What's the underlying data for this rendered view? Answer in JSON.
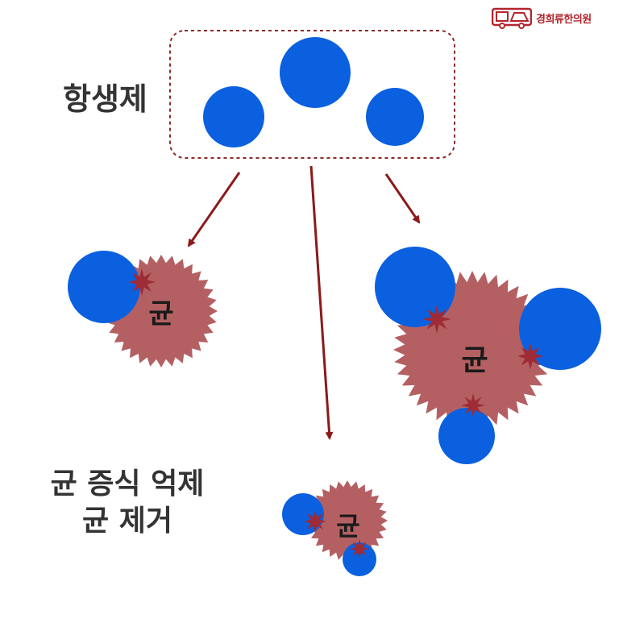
{
  "logo": {
    "text": "경희류한의원",
    "icon": "car-sign-icon"
  },
  "antibiotic_label": "항생제",
  "effect_lines": [
    "균 증식 억제",
    "균 제거"
  ],
  "bacterium_label": "균",
  "colors": {
    "antibiotic": "#0b60df",
    "bacterium": "#b46062",
    "contact_star": "#9e2b36",
    "arrow": "#8b1a1a",
    "group_border": "#8b2a2a",
    "text": "#333333"
  }
}
